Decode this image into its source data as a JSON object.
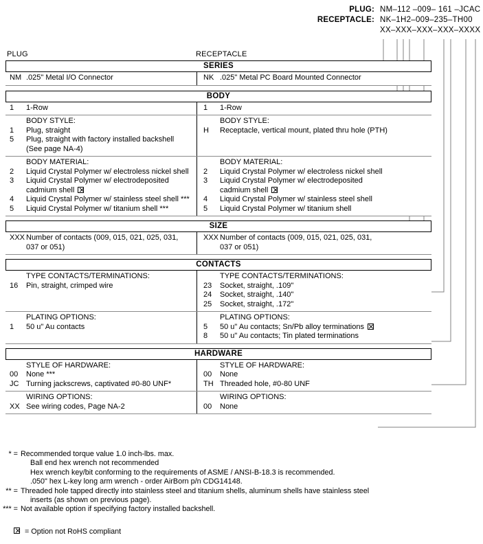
{
  "header": {
    "plug_label": "PLUG:",
    "plug_value": "NM–112 –009– 161 –JCAC",
    "receptacle_label": "RECEPTACLE:",
    "receptacle_value": "NK–1H2–009–235–TH00",
    "mask_value": "XX–XXX–XXX–XXX–XXXX"
  },
  "columns": {
    "plug": "PLUG",
    "receptacle": "RECEPTACLE"
  },
  "sections": {
    "series": {
      "title": "SERIES",
      "plug": {
        "code": "NM",
        "desc": ".025\" Metal I/O Connector"
      },
      "receptacle": {
        "code": "NK",
        "desc": ".025\" Metal PC Board Mounted Connector"
      }
    },
    "body": {
      "title": "BODY",
      "row_count": {
        "plug": {
          "code": "1",
          "desc": "1-Row"
        },
        "receptacle": {
          "code": "1",
          "desc": "1-Row"
        }
      },
      "body_style": {
        "heading": "BODY STYLE:",
        "plug": [
          {
            "code": "1",
            "desc": "Plug, straight"
          },
          {
            "code": "5",
            "desc": "Plug, straight with factory installed backshell"
          }
        ],
        "plug_continuation": "(See page NA-4)",
        "receptacle": [
          {
            "code": "H",
            "desc": "Receptacle, vertical mount, plated thru hole (PTH)"
          }
        ]
      },
      "body_material": {
        "heading": "BODY MATERIAL:",
        "plug": [
          {
            "code": "2",
            "desc": "Liquid Crystal Polymer w/ electroless nickel shell",
            "rohs": false
          },
          {
            "code": "3",
            "desc": "Liquid Crystal Polymer w/ electrodeposited",
            "cont": "cadmium shell",
            "rohs": true
          },
          {
            "code": "4",
            "desc": "Liquid Crystal Polymer w/ stainless steel shell ***",
            "rohs": false
          },
          {
            "code": "5",
            "desc": "Liquid Crystal Polymer w/ titanium shell ***",
            "rohs": false
          }
        ],
        "receptacle": [
          {
            "code": "2",
            "desc": "Liquid Crystal Polymer w/ electroless nickel shell",
            "rohs": false
          },
          {
            "code": "3",
            "desc": "Liquid Crystal Polymer w/ electrodeposited",
            "cont": "cadmium shell",
            "rohs": true
          },
          {
            "code": "4",
            "desc": "Liquid Crystal Polymer w/ stainless steel shell",
            "rohs": false
          },
          {
            "code": "5",
            "desc": "Liquid Crystal Polymer w/ titanium shell",
            "rohs": false
          }
        ]
      }
    },
    "size": {
      "title": "SIZE",
      "plug": {
        "code": "XXX",
        "desc": "Number of contacts (009, 015, 021, 025, 031,",
        "cont": "037 or 051)"
      },
      "receptacle": {
        "code": "XXX",
        "desc": "Number of contacts (009, 015, 021, 025, 031,",
        "cont": "037 or 051)"
      }
    },
    "contacts": {
      "title": "CONTACTS",
      "type": {
        "heading": "TYPE CONTACTS/TERMINATIONS:",
        "plug": [
          {
            "code": "16",
            "desc": "Pin, straight, crimped wire"
          }
        ],
        "receptacle": [
          {
            "code": "23",
            "desc": "Socket, straight, .109\""
          },
          {
            "code": "24",
            "desc": "Socket, straight, .140\""
          },
          {
            "code": "25",
            "desc": "Socket, straight, .172\""
          }
        ]
      },
      "plating": {
        "heading": "PLATING OPTIONS:",
        "plug": [
          {
            "code": "1",
            "desc": "50 u\" Au contacts",
            "rohs": false
          }
        ],
        "receptacle": [
          {
            "code": "5",
            "desc": "50 u\" Au contacts; Sn/Pb alloy terminations",
            "rohs": true
          },
          {
            "code": "8",
            "desc": "50 u\" Au contacts; Tin plated terminations",
            "rohs": false
          }
        ]
      }
    },
    "hardware": {
      "title": "HARDWARE",
      "style": {
        "heading": "STYLE OF HARDWARE:",
        "plug": [
          {
            "code": "00",
            "desc": "None  ***"
          },
          {
            "code": "JC",
            "desc": "Turning jackscrews, captivated #0-80 UNF*"
          }
        ],
        "receptacle": [
          {
            "code": "00",
            "desc": "None"
          },
          {
            "code": "TH",
            "desc": "Threaded hole, #0-80 UNF"
          }
        ]
      },
      "wiring": {
        "heading": "WIRING OPTIONS:",
        "plug": [
          {
            "code": "XX",
            "desc": "See wiring codes, Page NA-2"
          }
        ],
        "receptacle": [
          {
            "code": "00",
            "desc": "None"
          }
        ]
      }
    }
  },
  "notes": [
    {
      "mark": "* =",
      "body": "Recommended torque value 1.0 inch-lbs. max.",
      "lines": [
        "Ball end hex wrench not recommended",
        "Hex wrench key/bit conforming to the requirements of ASME / ANSI-B-18.3 is recommended.",
        ".050\" hex L-key long arm wrench - order AirBorn p/n CDG14148."
      ]
    },
    {
      "mark": "** =",
      "body": "Threaded hole tapped directly into stainless steel and titanium shells, aluminum shells have stainless steel",
      "lines": [
        "inserts (as shown on previous page)."
      ]
    },
    {
      "mark": "*** =",
      "body": "Not available option if specifying factory installed backshell.",
      "lines": []
    }
  ],
  "rohs_note": "= Option not RoHS compliant"
}
